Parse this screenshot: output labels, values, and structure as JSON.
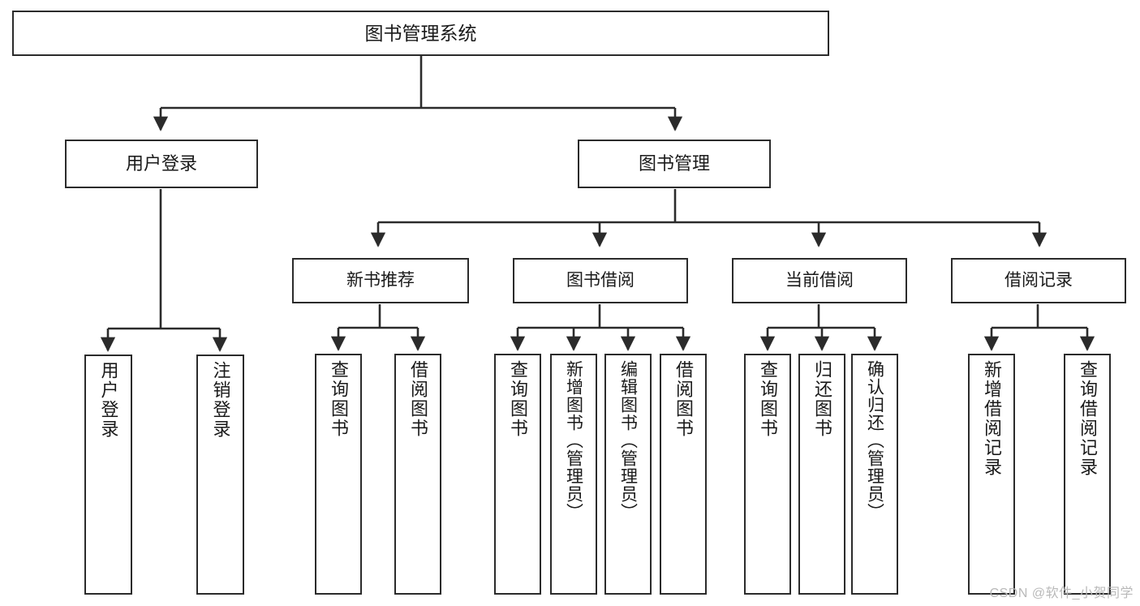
{
  "diagram": {
    "title": "图书管理系统",
    "type": "tree-hierarchy-functional-decomposition",
    "root": {
      "label": "图书管理系统"
    },
    "level2": [
      {
        "label": "用户登录"
      },
      {
        "label": "图书管理"
      }
    ],
    "level3": [
      {
        "label": "新书推荐"
      },
      {
        "label": "图书借阅"
      },
      {
        "label": "当前借阅"
      },
      {
        "label": "借阅记录"
      }
    ],
    "leaves": {
      "user_login": [
        {
          "label": "用户登录"
        },
        {
          "label": "注销登录"
        }
      ],
      "new_book_recommend": [
        {
          "label": "查询图书"
        },
        {
          "label": "借阅图书"
        }
      ],
      "book_borrow": [
        {
          "label": "查询图书"
        },
        {
          "label": "新增图书（管理员）"
        },
        {
          "label": "编辑图书（管理员）"
        },
        {
          "label": "借阅图书"
        }
      ],
      "current_borrow": [
        {
          "label": "查询图书"
        },
        {
          "label": "归还图书"
        },
        {
          "label": "确认归还（管理员）"
        }
      ],
      "borrow_record": [
        {
          "label": "新增借阅记录"
        },
        {
          "label": "查询借阅记录"
        }
      ]
    }
  },
  "watermark": {
    "text": "CSDN @软件_小贺同学"
  },
  "colors": {
    "stroke": "#2b2b2b",
    "fill": "#ffffff",
    "text": "#1a1a1a",
    "watermark": "#b9b9b9"
  }
}
